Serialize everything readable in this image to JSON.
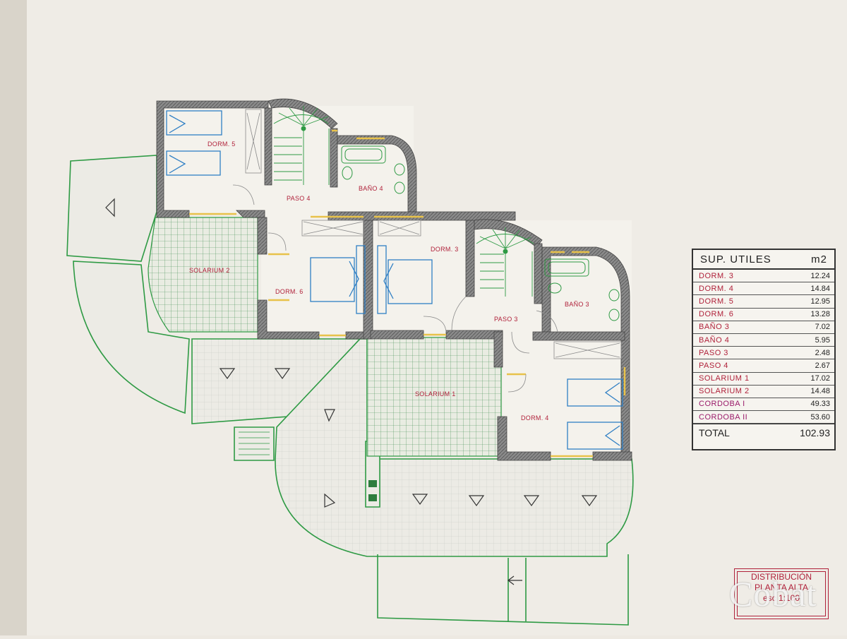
{
  "rooms": {
    "dorm5": "DORM. 5",
    "paso4": "PASO 4",
    "bano4": "BAÑO 4",
    "solarium2": "SOLARIUM 2",
    "dorm6": "DORM. 6",
    "dorm3": "DORM. 3",
    "paso3": "PASO 3",
    "bano3": "BAÑO 3",
    "solarium1": "SOLARIUM 1",
    "dorm4": "DORM. 4"
  },
  "area_table": {
    "title": "SUP. UTILES",
    "unit": "m2",
    "rows": [
      {
        "name": "DORM. 3",
        "value": "12.24"
      },
      {
        "name": "DORM. 4",
        "value": "14.84"
      },
      {
        "name": "DORM. 5",
        "value": "12.95"
      },
      {
        "name": "DORM. 6",
        "value": "13.28"
      },
      {
        "name": "BAÑO 3",
        "value": "7.02"
      },
      {
        "name": "BAÑO 4",
        "value": "5.95"
      },
      {
        "name": "PASO 3",
        "value": "2.48"
      },
      {
        "name": "PASO 4",
        "value": "2.67"
      },
      {
        "name": "SOLARIUM 1",
        "value": "17.02"
      },
      {
        "name": "SOLARIUM 2",
        "value": "14.48"
      },
      {
        "name": "CORDOBA I",
        "value": "49.33"
      },
      {
        "name": "CORDOBA II",
        "value": "53.60"
      }
    ],
    "total_label": "TOTAL",
    "total_value": "102.93"
  },
  "title_block": {
    "line1": "DISTRIBUCIÓN",
    "line2": "PLANTA ALTA",
    "line3": "esc 1:100"
  },
  "watermark": "Cobat",
  "colors": {
    "paper": "#ede9e2",
    "wall": "#6b6b6b",
    "terrace_line": "#2e9a44",
    "furniture": "#2f7fc4",
    "label": "#b0213a",
    "door": "#e8c24a"
  }
}
